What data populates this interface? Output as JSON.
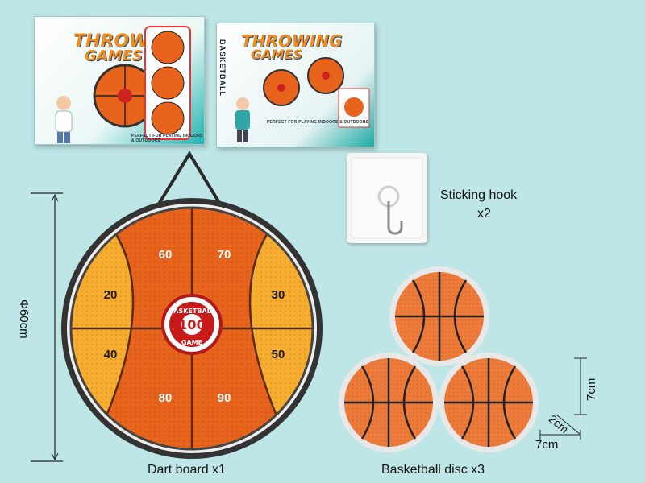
{
  "packaging": {
    "box1_title_line1": "THROWING",
    "box1_title_line2": "GAMES",
    "box1_tagline": "PERFECT FOR PLAYING INDOORS & OUTDOORS",
    "box2_title_line1": "THROWING",
    "box2_title_line2": "GAMES",
    "box2_tagline": "PERFECT FOR PLAYING INDOORS & OUTDOORS",
    "box2_side": "BASKETBALL"
  },
  "dartboard": {
    "scores": [
      "60",
      "70",
      "20",
      "30",
      "40",
      "50",
      "80",
      "90"
    ],
    "center_value": "100",
    "center_top": "BASKETBALL",
    "center_bottom": "GAME",
    "diameter_label": "Φ60cm",
    "caption": "Dart board x1"
  },
  "hook": {
    "caption_line1": "Sticking hook",
    "caption_line2": "x2"
  },
  "discs": {
    "caption": "Basketball disc x3",
    "dim_height": "7cm",
    "dim_depth": "2cm",
    "dim_width": "7cm"
  },
  "colors": {
    "background": "#bfe6e6",
    "board_orange": "#e8641c",
    "board_yellow": "#f7ad2f",
    "board_rim": "#2e2e2e"
  }
}
